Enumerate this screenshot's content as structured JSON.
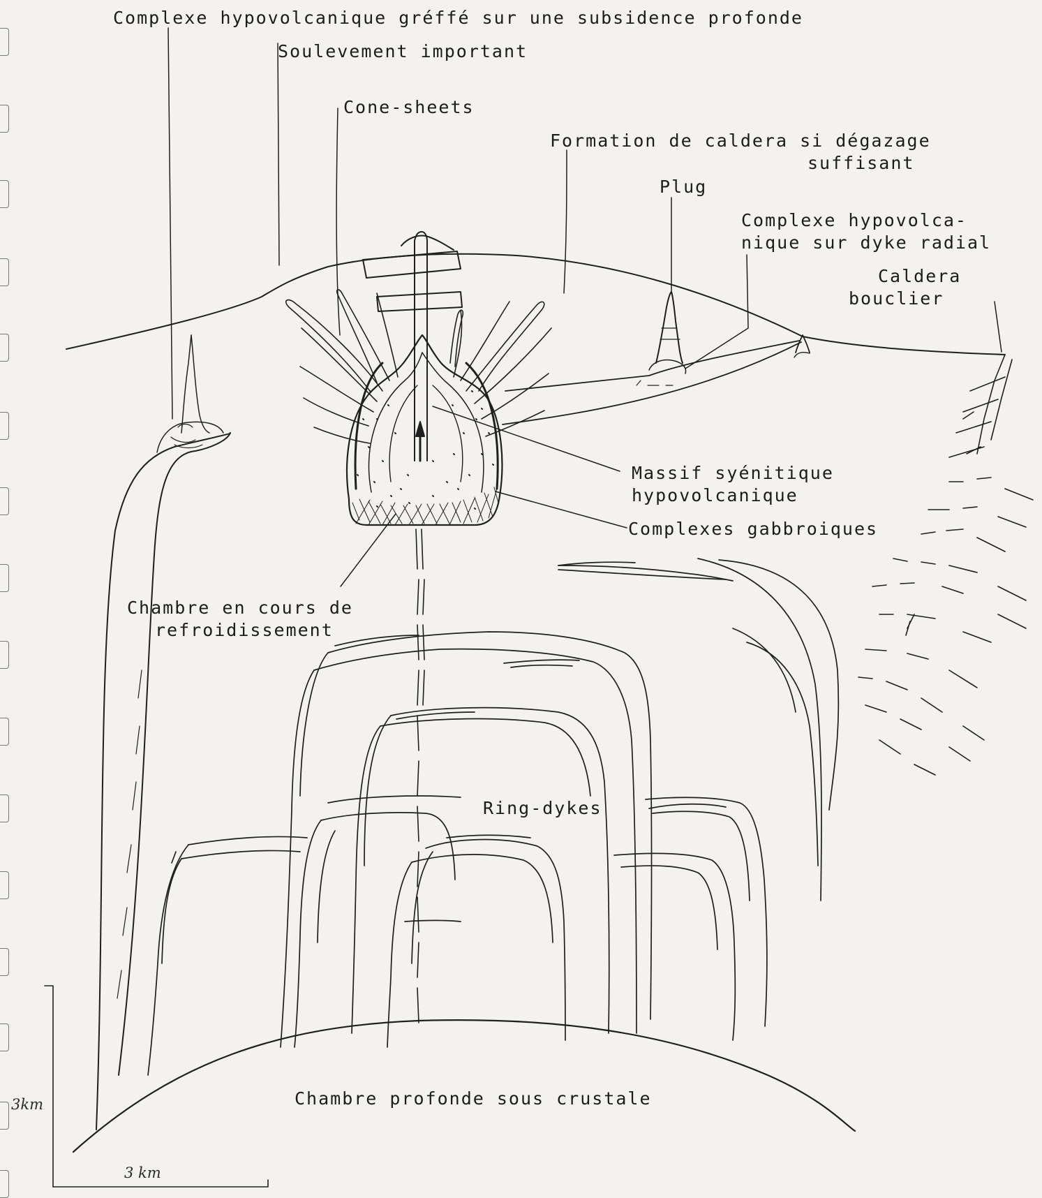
{
  "labels": {
    "title": "Complexe hypovolcanique gréffé sur une subsidence profonde",
    "soulevement": "Soulevement important",
    "cone_sheets": "Cone-sheets",
    "caldera_formation_1": "Formation de caldera si dégazage",
    "caldera_formation_2": "suffisant",
    "plug": "Plug",
    "radial_1": "Complexe hypovolca-",
    "radial_2": "nique sur dyke radial",
    "bouclier_1": "Caldera",
    "bouclier_2": "bouclier",
    "massif_1": "Massif syénitique",
    "massif_2": "hypovolcanique",
    "gabbro": "Complexes gabbroiques",
    "chambre_1": "Chambre en cours de",
    "chambre_2": "refroidissement",
    "ring_dykes": "Ring-dykes",
    "deep_chamber": "Chambre profonde sous crustale"
  },
  "scale": {
    "vertical": "3km",
    "horizontal": "3 km"
  }
}
